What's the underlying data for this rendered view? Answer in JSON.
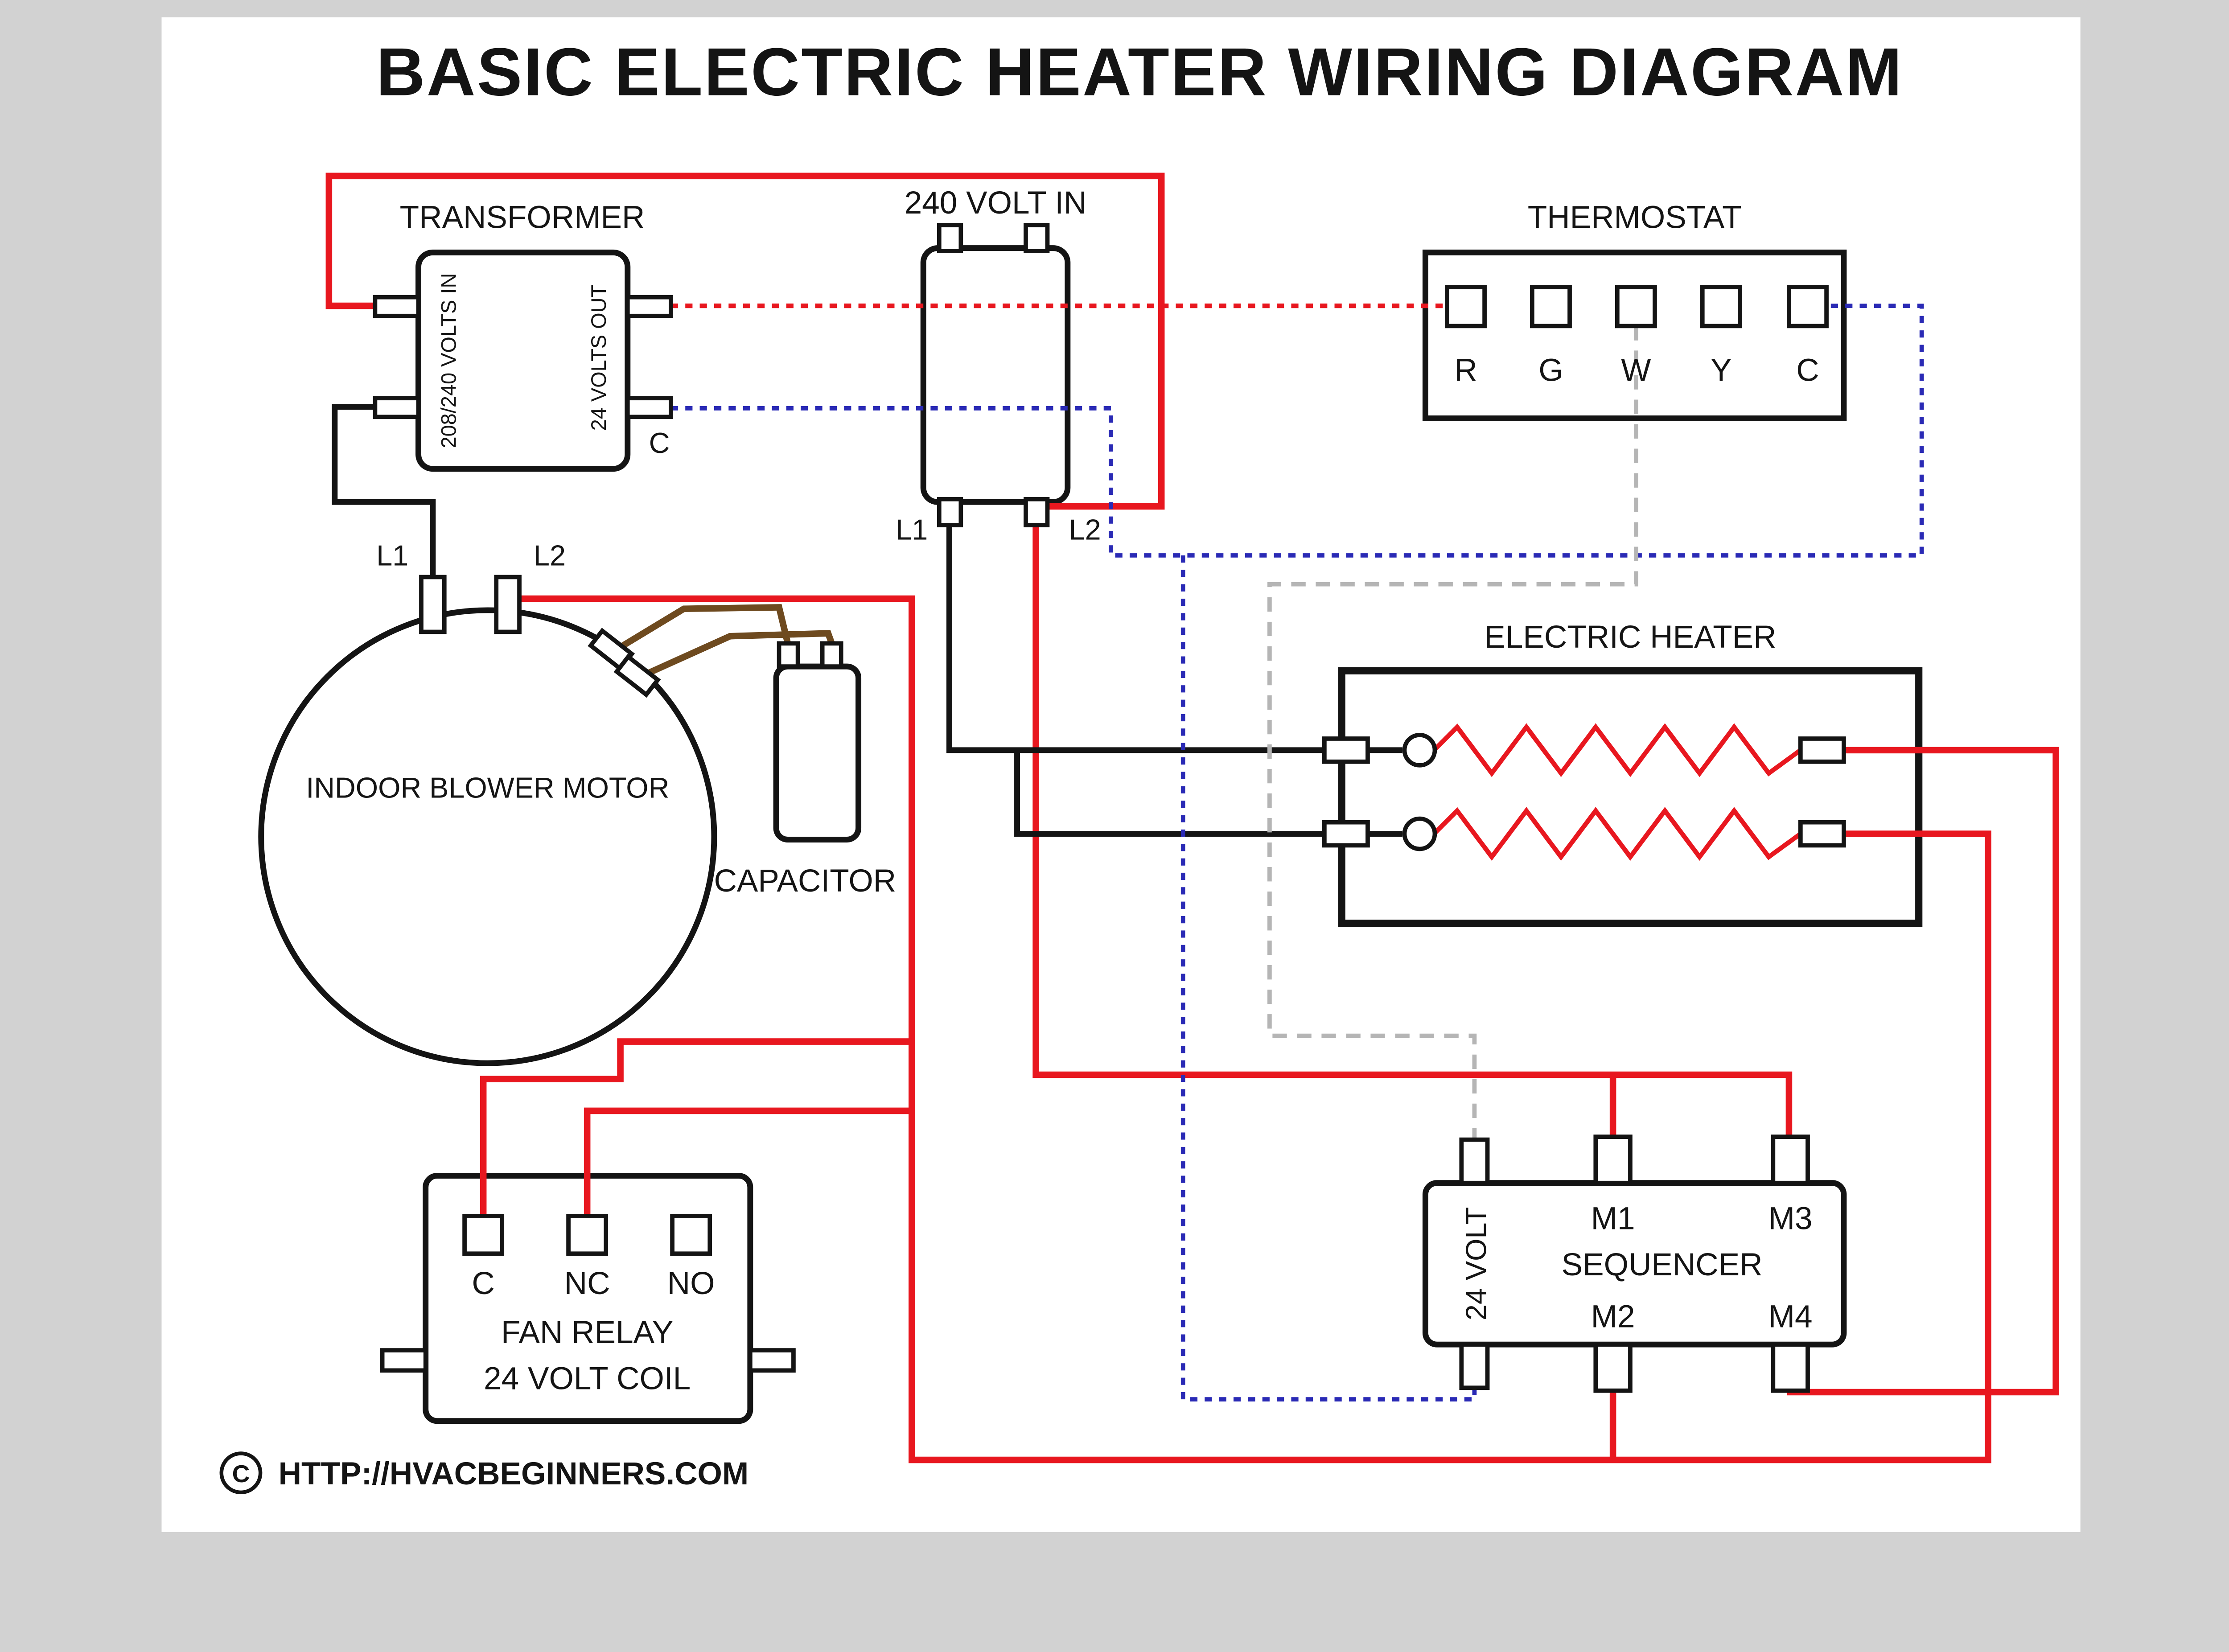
{
  "title": "BASIC ELECTRIC HEATER WIRING DIAGRAM",
  "colors": {
    "page_background": "#d2d2d2",
    "canvas": "#ffffff",
    "line_wire_black": "#141414",
    "hot_wire_red": "#e8171f",
    "common_wire_blue": "#2a2ab5",
    "heat_call_wire_gray": "#b5b5b5",
    "capacitor_wire_brown": "#6e4a1f"
  },
  "transformer": {
    "label": "TRANSFORMER",
    "primary_text": "208/240 VOLTS IN",
    "secondary_text": "24 VOLTS OUT",
    "common_label": "C"
  },
  "volt_in": {
    "label": "240 VOLT IN",
    "terminal_l1": "L1",
    "terminal_l2": "L2"
  },
  "thermostat": {
    "label": "THERMOSTAT",
    "terminals": [
      "R",
      "G",
      "W",
      "Y",
      "C"
    ]
  },
  "blower_motor": {
    "label": "INDOOR BLOWER MOTOR",
    "terminal_l1": "L1",
    "terminal_l2": "L2"
  },
  "capacitor": {
    "label": "CAPACITOR"
  },
  "electric_heater": {
    "label": "ELECTRIC HEATER"
  },
  "fan_relay": {
    "terminals": [
      "C",
      "NC",
      "NO"
    ],
    "name_line1": "FAN RELAY",
    "name_line2": "24 VOLT COIL"
  },
  "sequencer": {
    "label": "SEQUENCER",
    "coil_label": "24 VOLT",
    "terminals": {
      "m1": "M1",
      "m2": "M2",
      "m3": "M3",
      "m4": "M4"
    }
  },
  "footer": {
    "copyright_symbol": "C",
    "website": "HTTP://HVACBEGINNERS.COM"
  }
}
